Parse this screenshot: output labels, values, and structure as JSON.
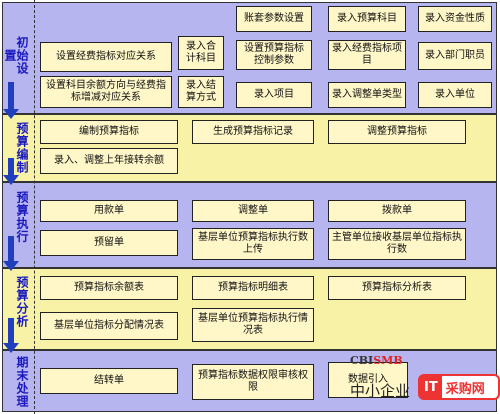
{
  "stages": [
    {
      "id": "init",
      "label": "初始设置"
    },
    {
      "id": "compile",
      "label": "预算编制"
    },
    {
      "id": "execute",
      "label": "预算执行"
    },
    {
      "id": "analyze",
      "label": "预算分析"
    },
    {
      "id": "closing",
      "label": "期末处理"
    }
  ],
  "init": {
    "set_fund_indicator": "设置经费指标对应关系",
    "enter_acct_subject": "录入合计科目",
    "account_params": "账套参数设置",
    "enter_budget_subject": "录入预算科目",
    "enter_fund_nature": "录入资金性质",
    "set_budget_control": "设置预算指标控制参数",
    "enter_fund_item": "录入经费指标项目",
    "enter_dept_staff": "录入部门职员",
    "set_subject_balance": "设置科目余额方向与经费指标增减对应关系",
    "enter_settle_method": "录入结算方式",
    "enter_project": "录入项目",
    "enter_adjust_type": "录入调整单类型",
    "enter_unit": "录入单位"
  },
  "compile": {
    "compile_budget": "编制预算指标",
    "generate_record": "生成预算指标记录",
    "adjust_budget": "调整预算指标",
    "enter_prior_balance": "录入、调整上年接转余额"
  },
  "execute": {
    "use_form": "用款单",
    "adjust_form": "调整单",
    "allocate_form": "拨款单",
    "reserve_form": "预留单",
    "grassroots_upload": "基层单位预算指标执行数上传",
    "supervisor_receive": "主管单位接收基层单位指标执行数"
  },
  "analyze": {
    "balance_table": "预算指标余额表",
    "detail_table": "预算指标明细表",
    "analysis_table": "预算指标分析表",
    "distribution_table": "基层单位指标分配情况表",
    "execution_table": "基层单位预算指标执行情况表"
  },
  "closing": {
    "transfer_form": "结转单",
    "data_permission": "预算指标数据权限审核权限",
    "data_import": "数据引入"
  },
  "watermark": {
    "cbi": "CBI",
    "smb": "SMB",
    "cn": "中小企业",
    "it_label": "IT",
    "purchase": "采购网"
  }
}
